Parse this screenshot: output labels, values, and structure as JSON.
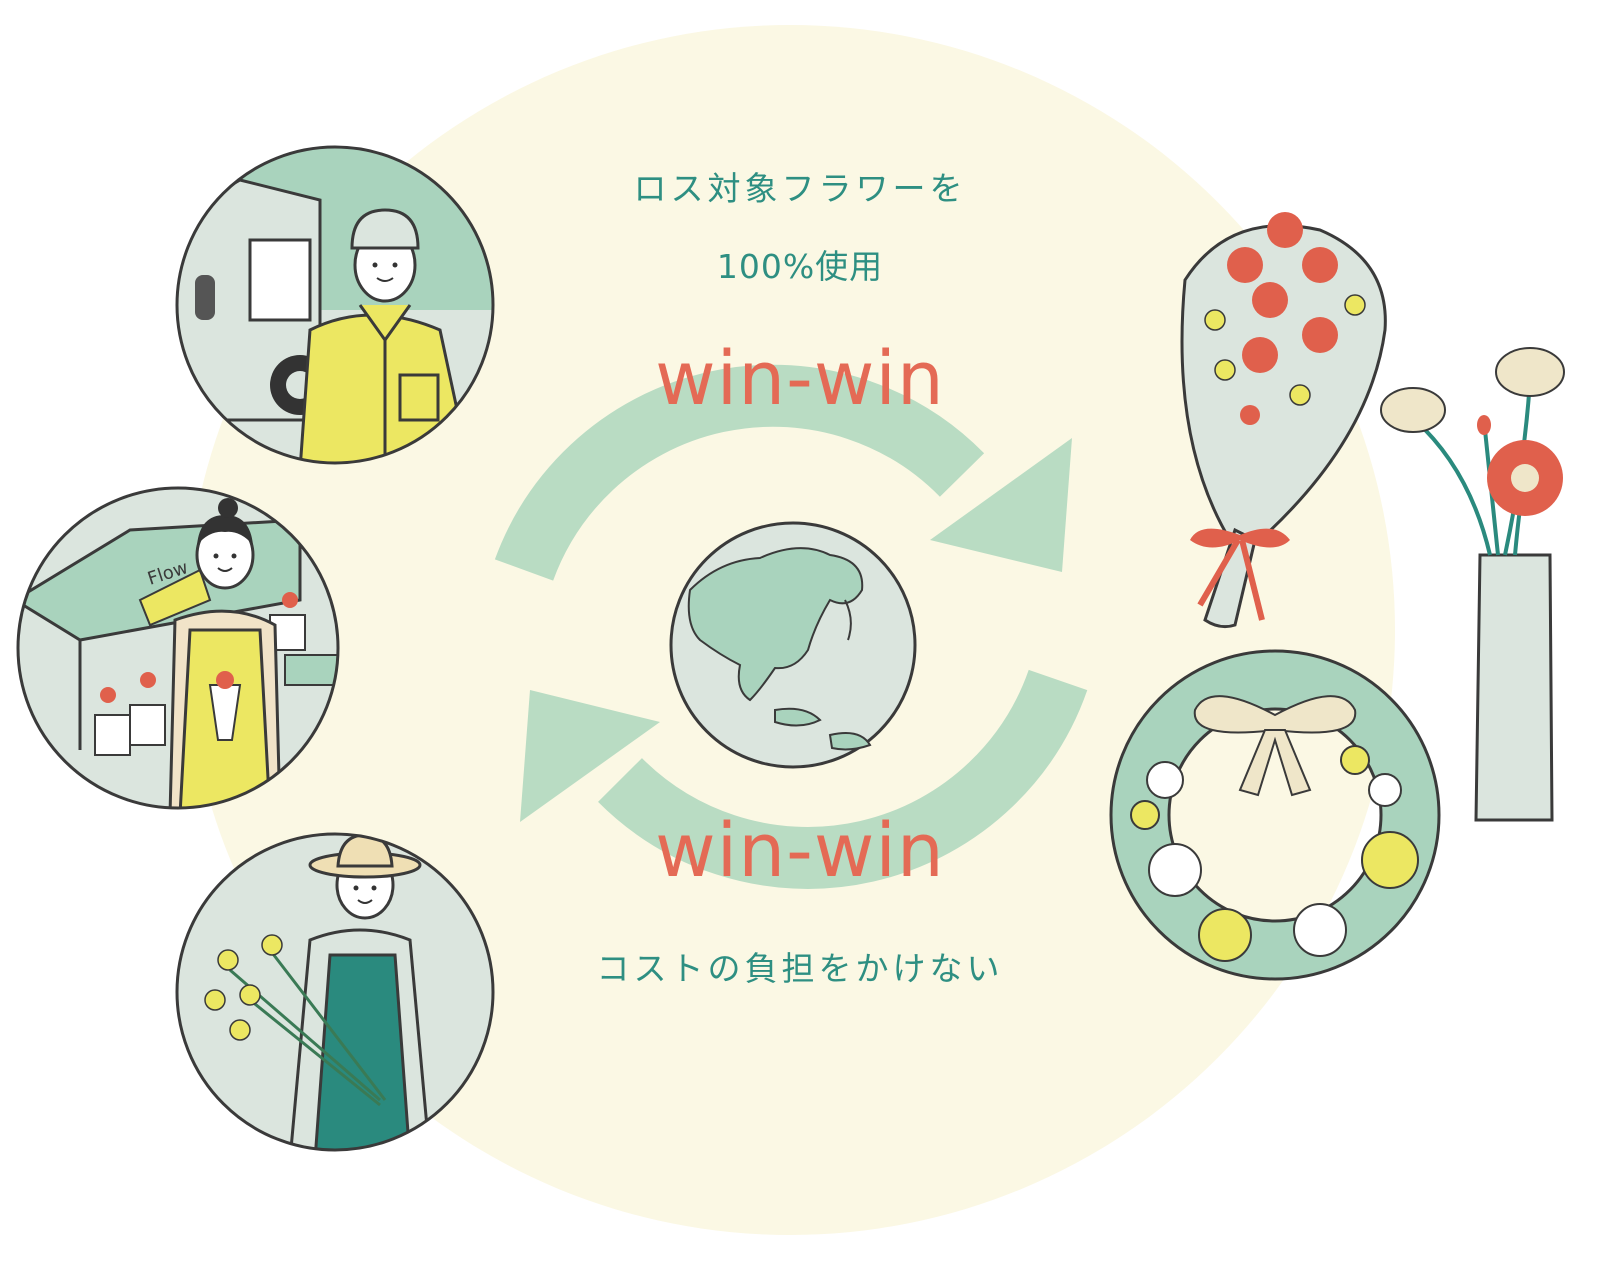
{
  "captions": {
    "top_line1": "ロス対象フラワーを",
    "top_line2": "100%使用",
    "bottom": "コストの負担をかけない"
  },
  "cycle": {
    "label_top": "win-win",
    "label_bottom": "win-win"
  },
  "colors": {
    "background_circle": "#fbf8e4",
    "arrow": "#b9dcc3",
    "accent_text": "#2e8f82",
    "winwin_text": "#e46a55",
    "illustration_green": "#a9d3bd",
    "illustration_gray": "#dbe5de",
    "yellow": "#ece762",
    "red": "#e0604c",
    "teal_apron": "#2a8a7e"
  },
  "icons": [
    "truck-driver-icon",
    "florist-icon",
    "farmer-icon",
    "globe-icon",
    "bouquet-icon",
    "vase-flowers-icon",
    "wreath-icon",
    "cycle-arrow-icon"
  ],
  "illustration_text": {
    "shop_sign": "Flow"
  }
}
